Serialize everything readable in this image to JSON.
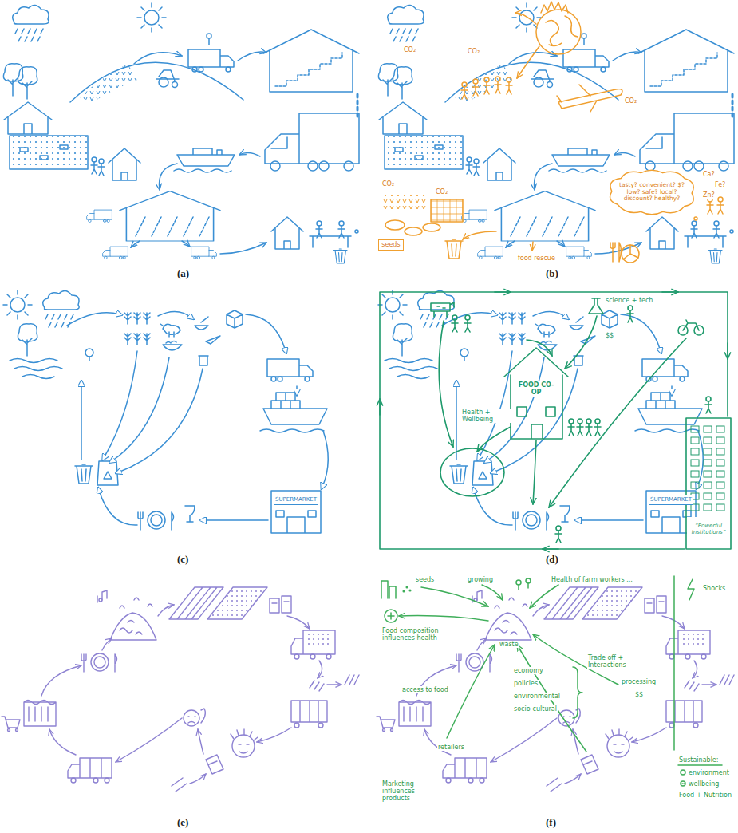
{
  "diagram": {
    "nodes": [
      {
        "text": [
          "seeds"
        ]
      },
      {
        "text": [
          "tasty? convenient? $? low? safe? local? discount? healthy?"
        ]
      },
      {
        "text": [
          "SUPERMARKET"
        ]
      },
      {
        "text": [
          "FOOD CO-OP"
        ]
      },
      {
        "text": [
          "SUPERMARKET"
        ]
      },
      {
        "text": [
          "“Powerful Institutions”"
        ]
      }
    ],
    "labels": [
      "(a)",
      "(b)",
      "(c)",
      "(d)",
      "(e)",
      "(f)",
      "CO₂",
      "CO₂",
      "CO₂",
      "CO₂",
      "CO₂",
      "food rescue",
      "Ca?",
      "Fe?",
      "Zn?",
      "science + tech",
      "$$",
      "Health + Wellbeing",
      "seeds",
      "growing",
      "Health of farm workers ...",
      "Shocks",
      "Food composition influences health",
      "waste",
      "economy",
      "policies",
      "environmental",
      "socio-cultural",
      "Trade off + Interactions",
      "processing",
      "$$",
      "access to food",
      "retailers",
      "Marketing influences products",
      "Sustainable:",
      "environment",
      "wellbeing",
      "Food + Nutrition"
    ]
  }
}
